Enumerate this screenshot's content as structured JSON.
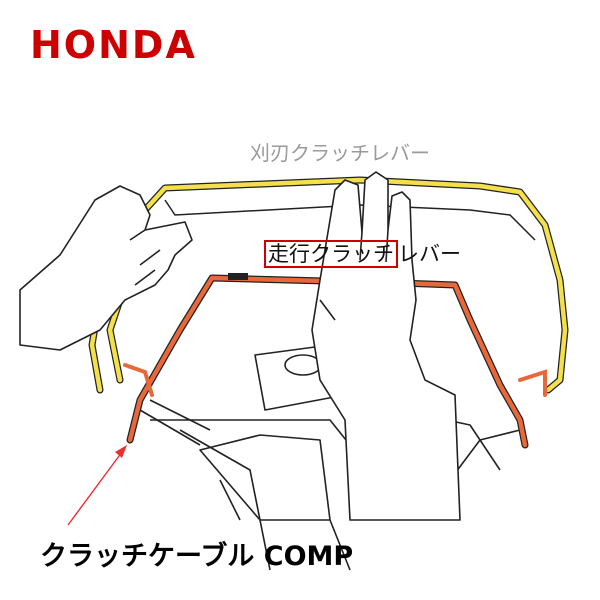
{
  "brand": {
    "logo_text": "HONDA",
    "logo_color": "#cc0000"
  },
  "labels": {
    "blade_clutch_lever": "刈刃クラッチレバー",
    "travel_clutch_boxed": "走行クラッチ",
    "travel_clutch_rest": "レバー",
    "clutch_cable": "クラッチケーブル COMP"
  },
  "colors": {
    "blade_lever": "#f3e04a",
    "travel_lever": "#e8683a",
    "highlight_box": "#cc0000",
    "arrow": "#e83030",
    "blade_label": "#9a9a9a"
  }
}
